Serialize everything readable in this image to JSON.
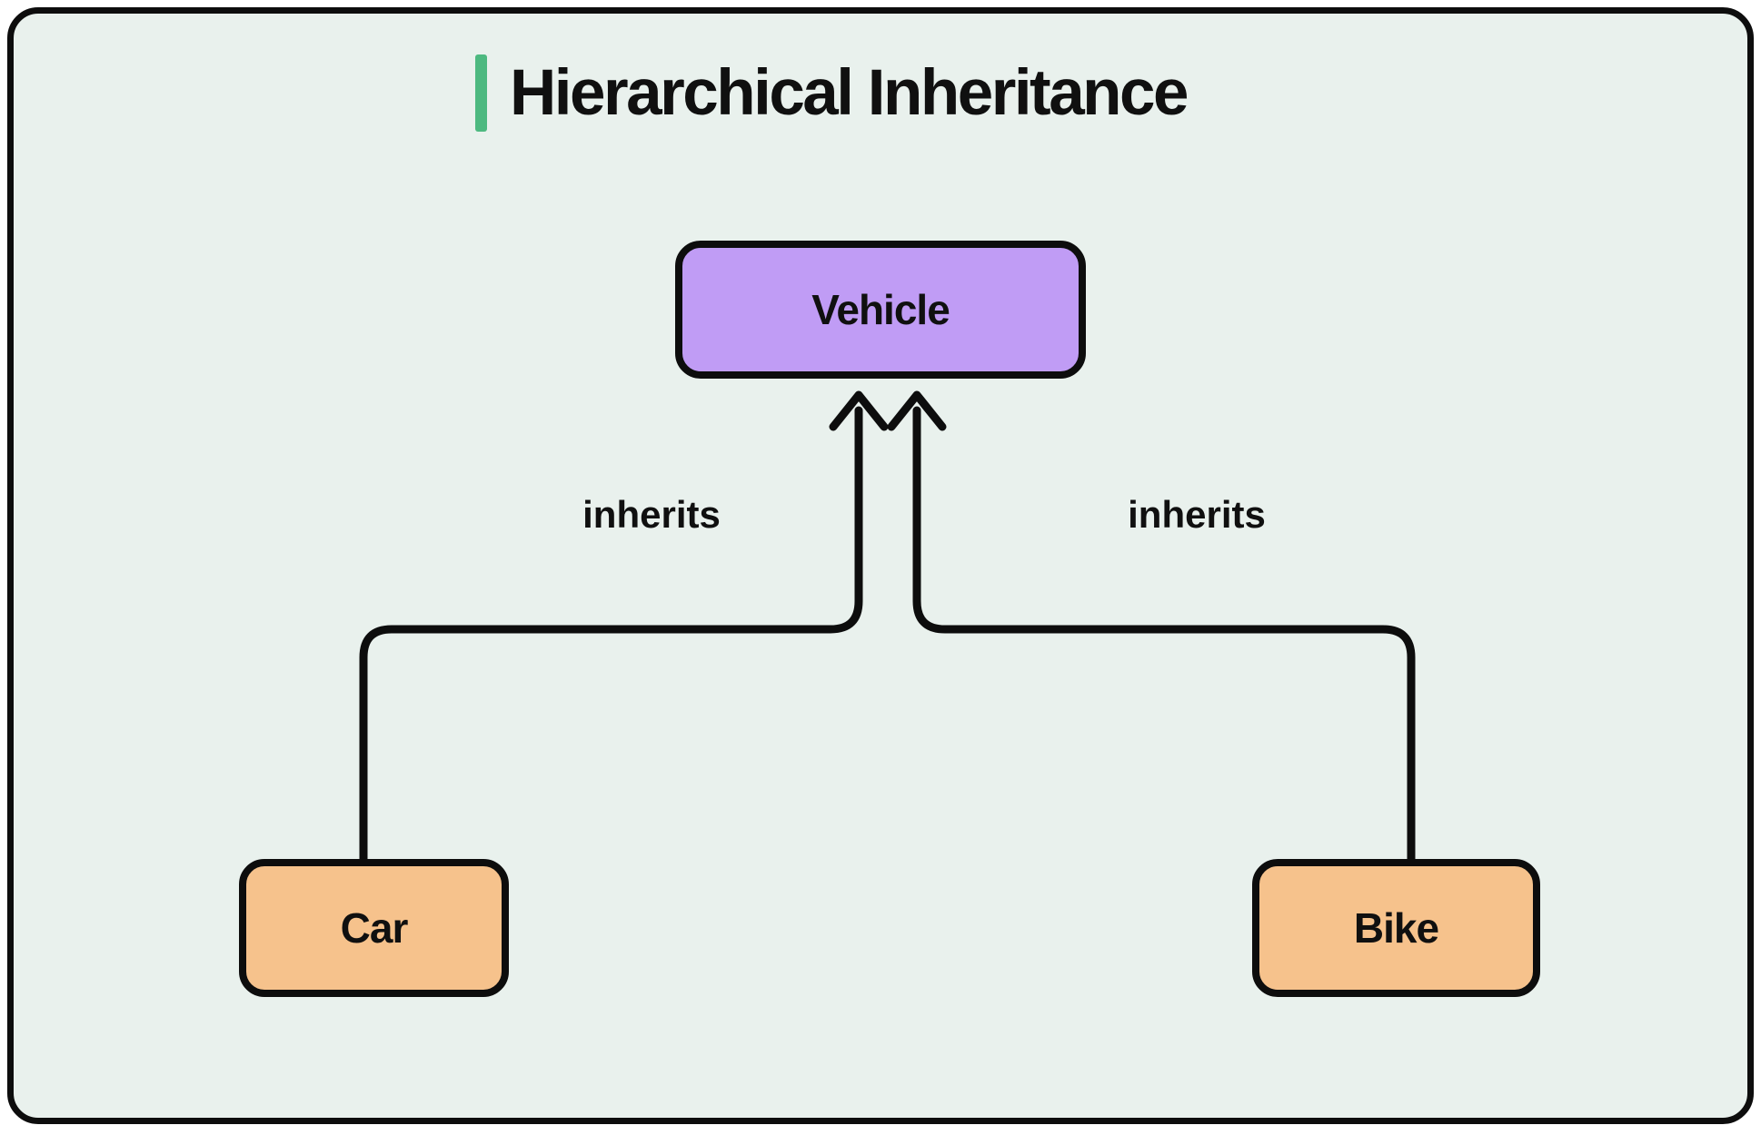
{
  "title": {
    "text": "Hierarchical Inheritance",
    "accent_color": "#4db980"
  },
  "canvas": {
    "background": "#e9f1ed",
    "border_color": "#0d0d0d",
    "page_background": "#ffffff"
  },
  "nodes": {
    "parent": {
      "label": "Vehicle",
      "fill": "#c09cf5"
    },
    "child_left": {
      "label": "Car",
      "fill": "#f6c28c"
    },
    "child_right": {
      "label": "Bike",
      "fill": "#f6c28c"
    }
  },
  "edges": {
    "left_label": "inherits",
    "right_label": "inherits",
    "stroke_color": "#0d0d0d",
    "relations": [
      {
        "from": "Car",
        "to": "Vehicle",
        "label": "inherits"
      },
      {
        "from": "Bike",
        "to": "Vehicle",
        "label": "inherits"
      }
    ]
  }
}
